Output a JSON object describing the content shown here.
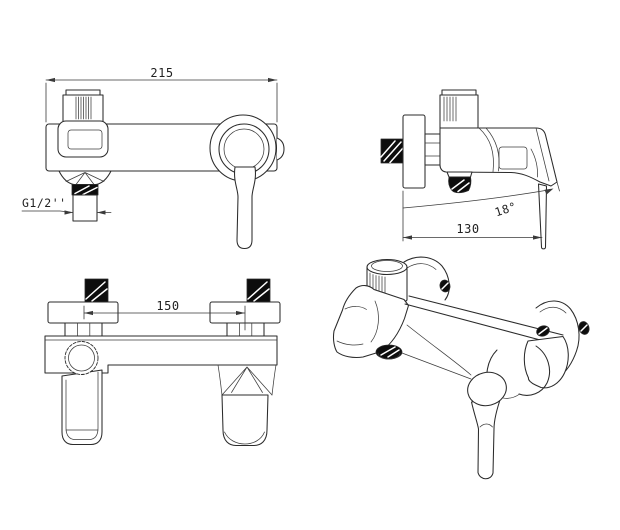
{
  "annotations": {
    "overall_width": "215",
    "thread_size": "G1/2''",
    "spout_angle": "18°",
    "spout_reach": "130",
    "inlet_spacing": "150"
  },
  "colors": {
    "background": "#ffffff",
    "line": "#2b2b2b",
    "inner_line": "#3c3c3c",
    "dimension_line": "#3a3a3a",
    "dark_fill": "#0d0d0d",
    "text": "#1f1f1f"
  }
}
